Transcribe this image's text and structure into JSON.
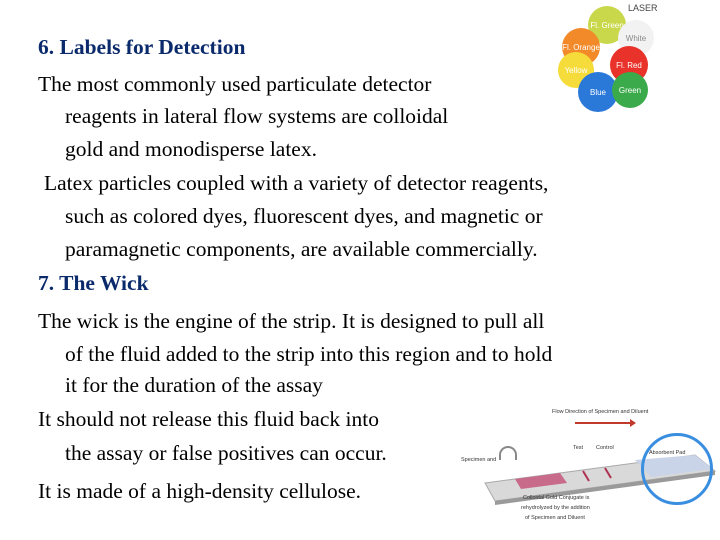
{
  "slide": {
    "heading_labels": "6. Labels for Detection",
    "p1_l1": "The most commonly used particulate detector",
    "p1_l2": "reagents in lateral flow systems are colloidal",
    "p1_l3": "gold and monodisperse latex.",
    "p2_l1": "Latex particles coupled with a variety of detector reagents,",
    "p2_l2": "such as colored dyes, fluorescent dyes, and magnetic or",
    "p2_l3": "paramagnetic components, are available commercially.",
    "heading_wick": "7. The Wick",
    "p3_l1": "The wick is the engine of the strip. It is designed to pull all",
    "p3_l2": "of the fluid added to the strip into this region and to hold",
    "p3_l3": "it for the duration of the assay",
    "p4_l1": "It should not release this fluid back into",
    "p4_l2": "the assay or false positives can occur.",
    "p5_l1": "It is made of a high-density cellulose."
  },
  "latex_figure": {
    "brand": "LASER",
    "labels": {
      "fl_green": "Fl. Green",
      "white": "White",
      "fl_orange": "Fl. Orange",
      "yellow": "Yellow",
      "fl_red": "Fl. Red",
      "blue": "Blue",
      "green": "Green"
    },
    "colors": {
      "fl_green": "#c8d84a",
      "white": "#f2f2f2",
      "fl_orange": "#f28a2a",
      "yellow": "#f5dc3a",
      "fl_red": "#e8322a",
      "blue": "#2a78d8",
      "green": "#3aaa4a"
    }
  },
  "strip_figure": {
    "flow_label": "Flow Direction of Specimen and Diluent",
    "test_label": "Test",
    "control_label": "Control",
    "absorbent_label": "Absorbent Pad",
    "specimen_label": "Specimen and",
    "caption_l1": "Colloidal Gold Conjugate is",
    "caption_l2": "rehydrolyzed by the addition",
    "caption_l3": "of Specimen and Diluent"
  }
}
